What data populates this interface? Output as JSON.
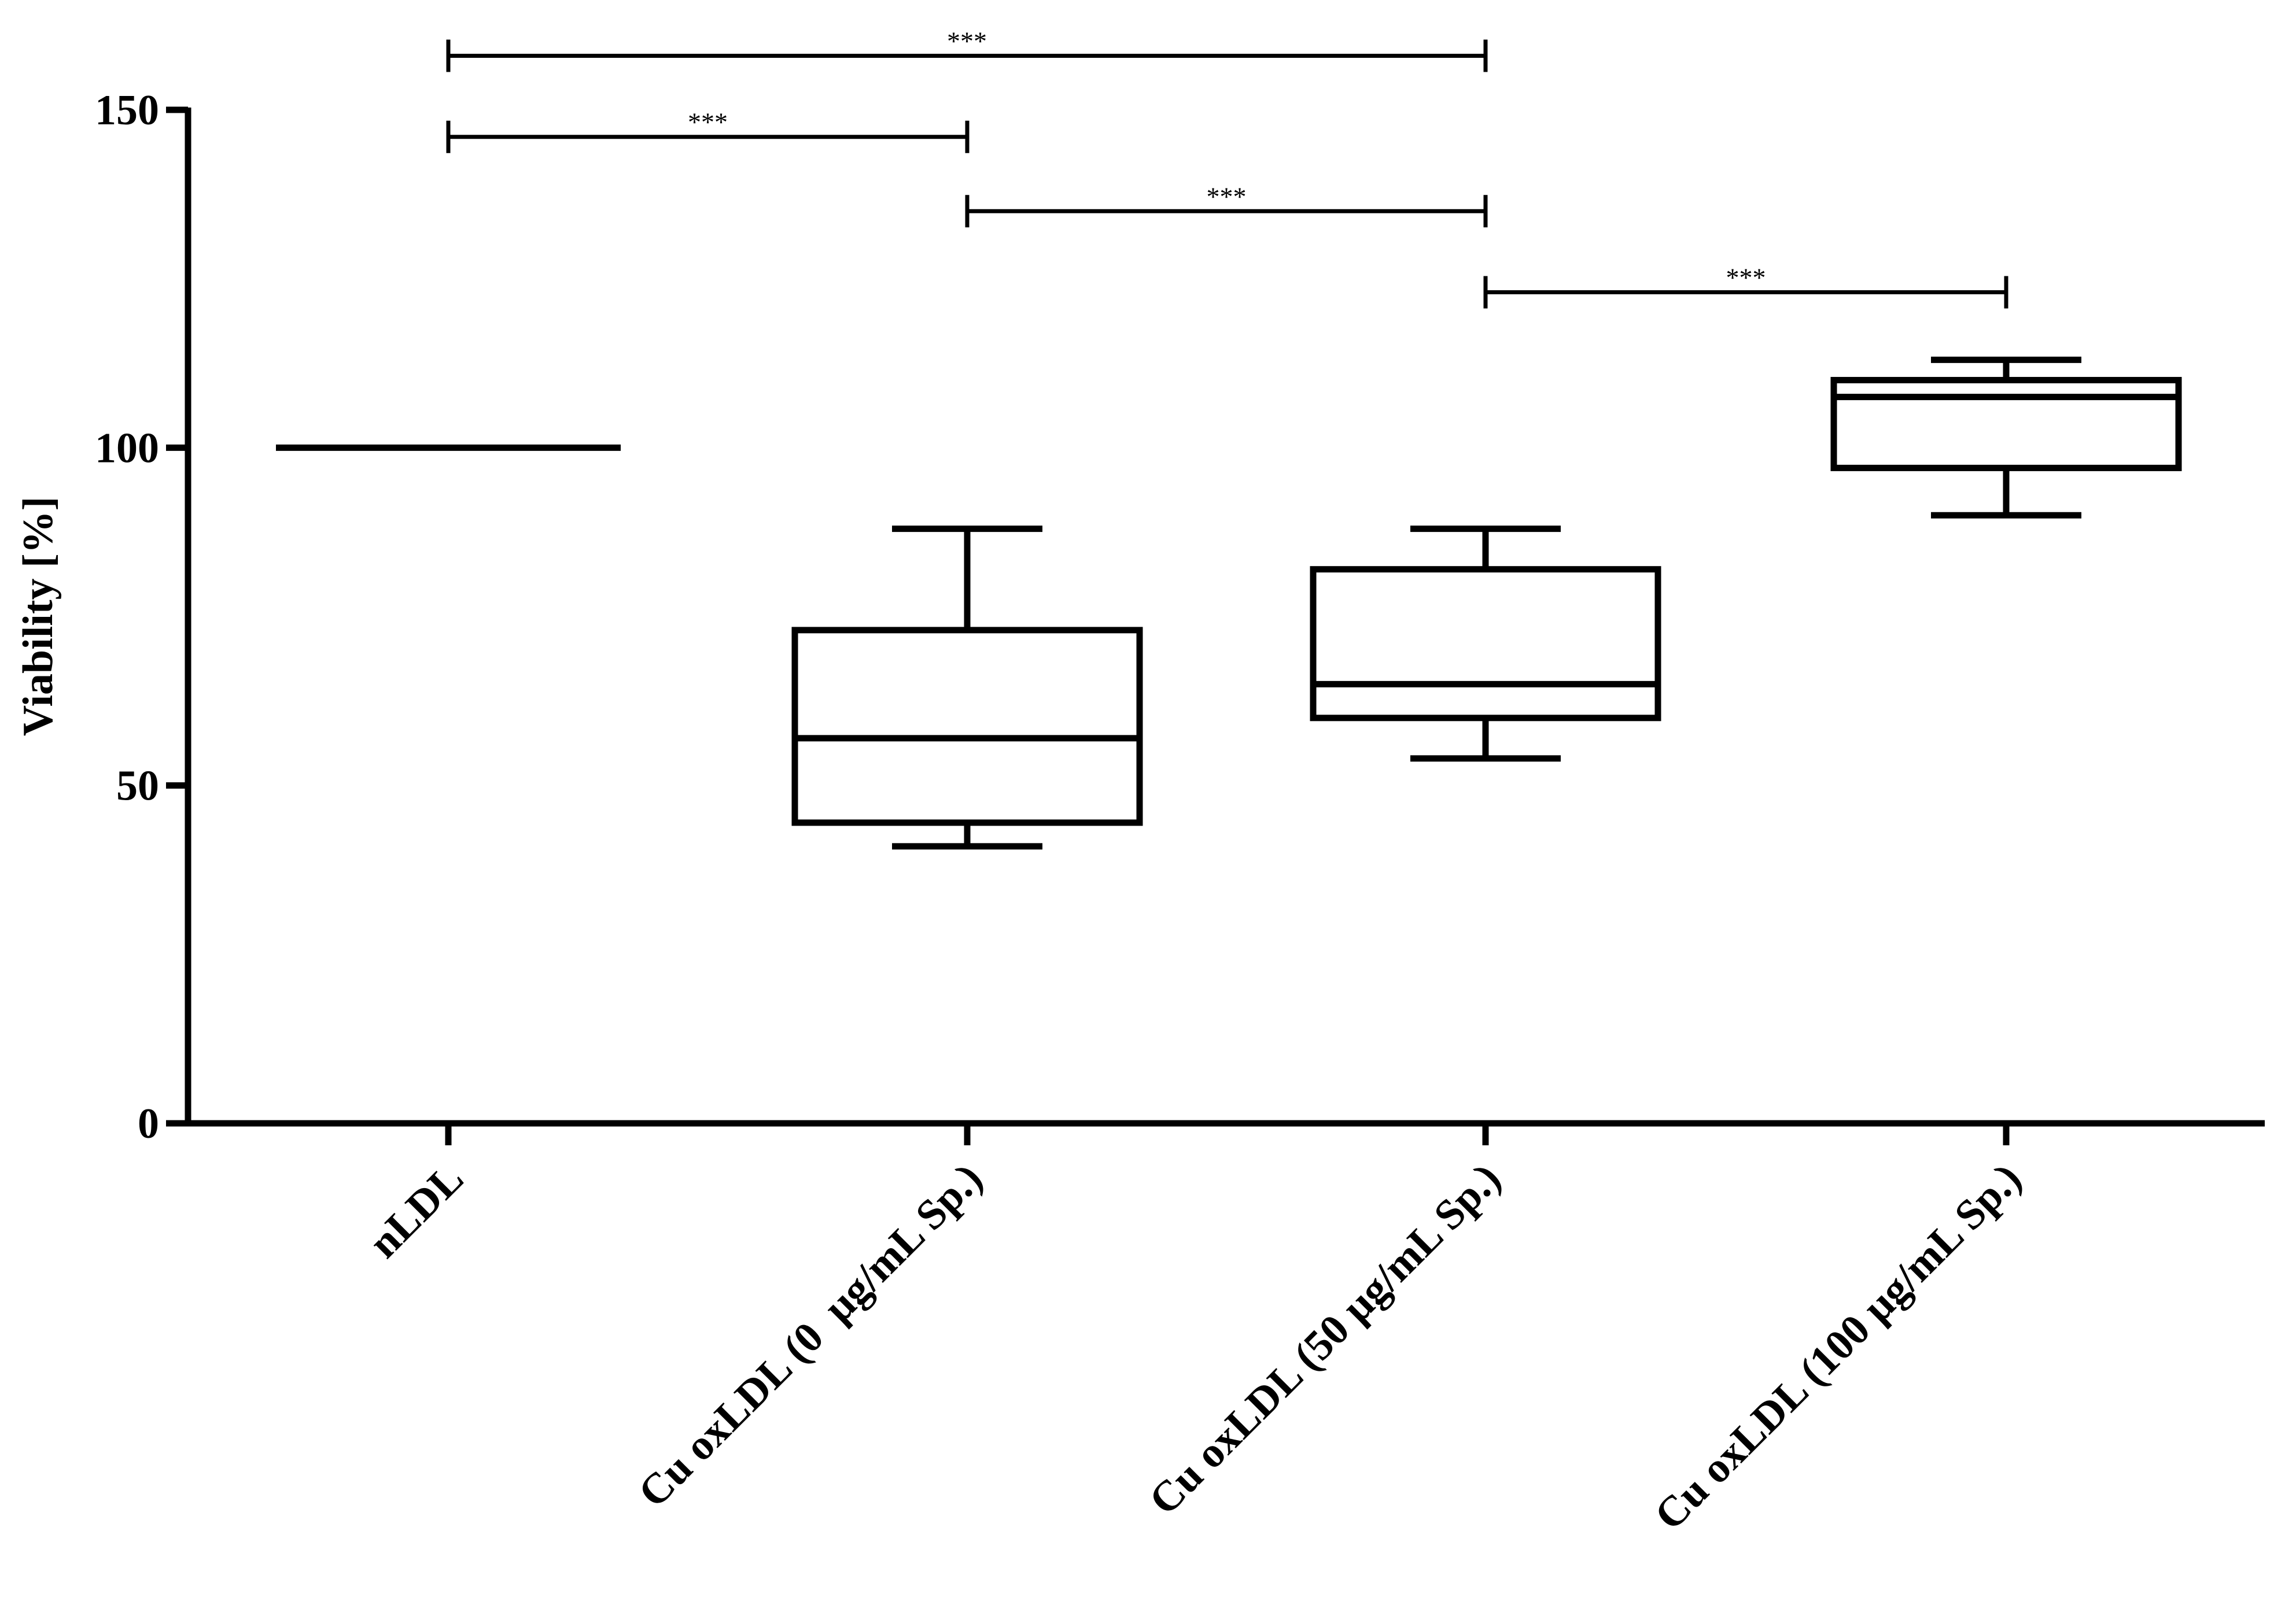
{
  "chart_data": {
    "type": "box",
    "ylabel": "Viability [%]",
    "ylim": [
      0,
      150
    ],
    "yticks": [
      0,
      50,
      100,
      150
    ],
    "grid": false,
    "categories": [
      "nLDL",
      "Cu oxLDL (0  µg/mL Sp.)",
      "Cu oxLDL (50 µg/mL Sp.)",
      "Cu oxLDL (100 µg/mL Sp.)"
    ],
    "boxes": [
      {
        "min": 100,
        "q1": 100,
        "median": 100,
        "q3": 100,
        "max": 100
      },
      {
        "min": 41,
        "q1": 44.5,
        "median": 57,
        "q3": 73,
        "max": 88
      },
      {
        "min": 54,
        "q1": 60,
        "median": 65,
        "q3": 82,
        "max": 88
      },
      {
        "min": 90,
        "q1": 97,
        "median": 107.5,
        "q3": 110,
        "max": 113
      }
    ],
    "significance": [
      {
        "from": 0,
        "to": 2,
        "y": 158,
        "label": "***"
      },
      {
        "from": 0,
        "to": 1,
        "y": 146,
        "label": "***"
      },
      {
        "from": 1,
        "to": 2,
        "y": 135,
        "label": "***"
      },
      {
        "from": 2,
        "to": 3,
        "y": 123,
        "label": "***"
      }
    ]
  }
}
